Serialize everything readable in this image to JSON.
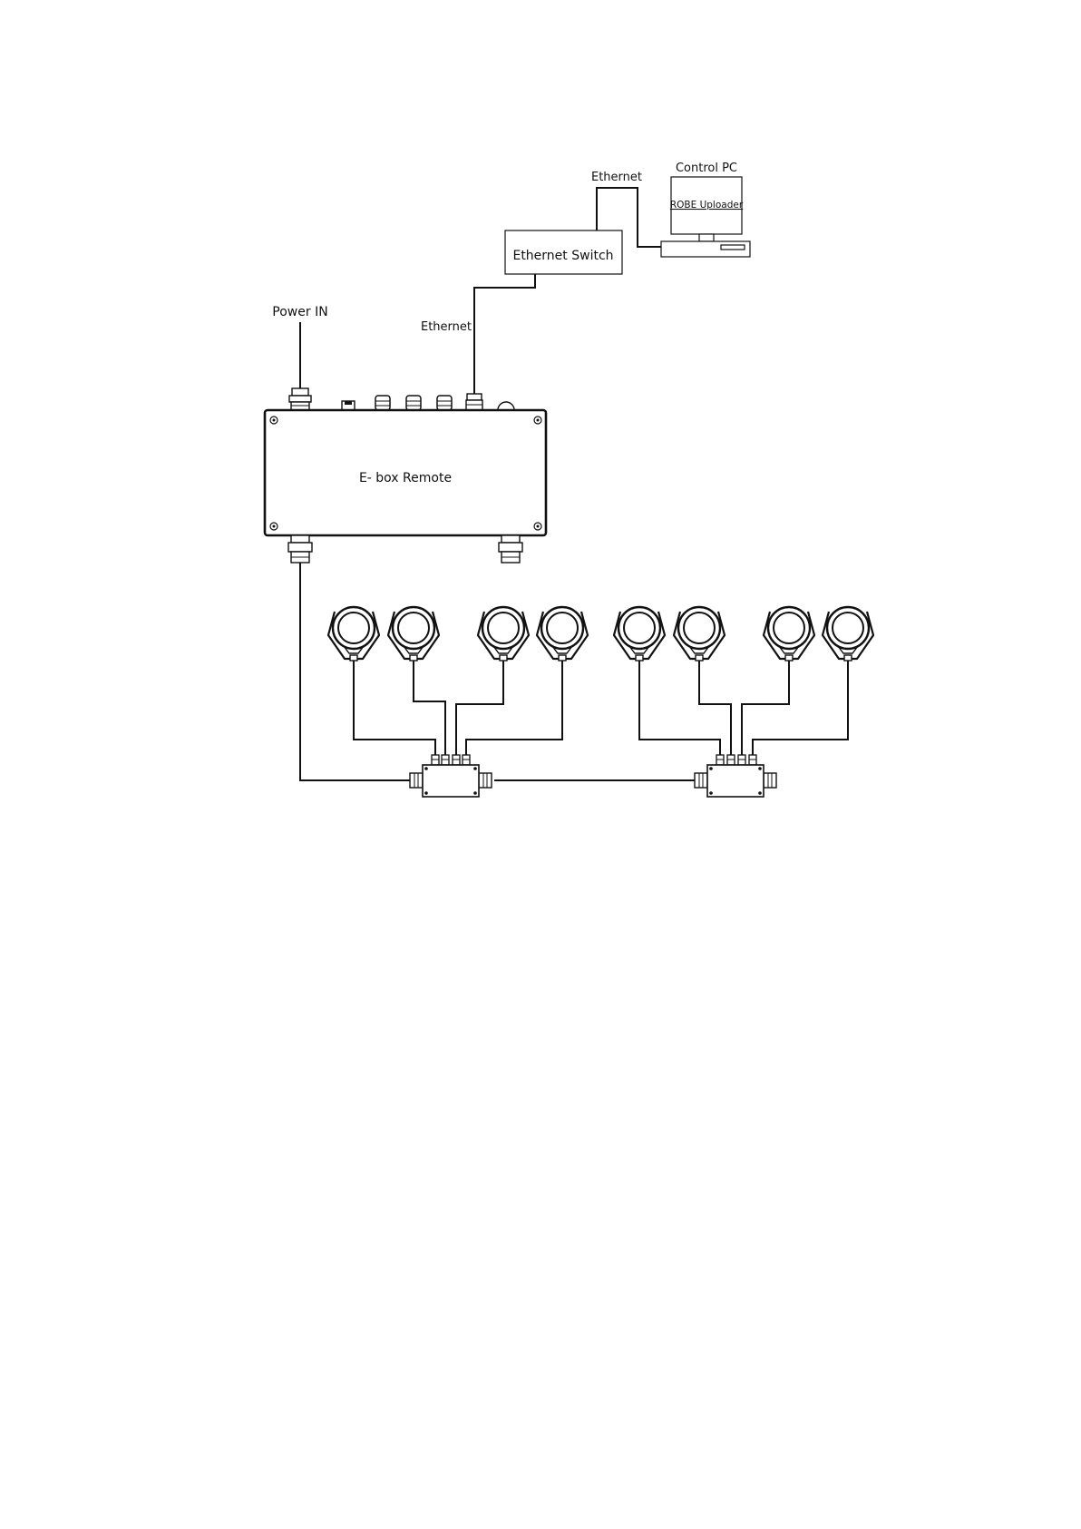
{
  "diagram": {
    "power_label": "Power IN",
    "ethernet_label_lower": "Ethernet",
    "ethernet_label_upper": "Ethernet",
    "switch_label": "Ethernet Switch",
    "control_pc_label": "Control PC",
    "uploader_label": "ROBE Uploader",
    "ebox_label": "E- box Remote",
    "fixture_count": 8,
    "splitter_count": 2
  }
}
